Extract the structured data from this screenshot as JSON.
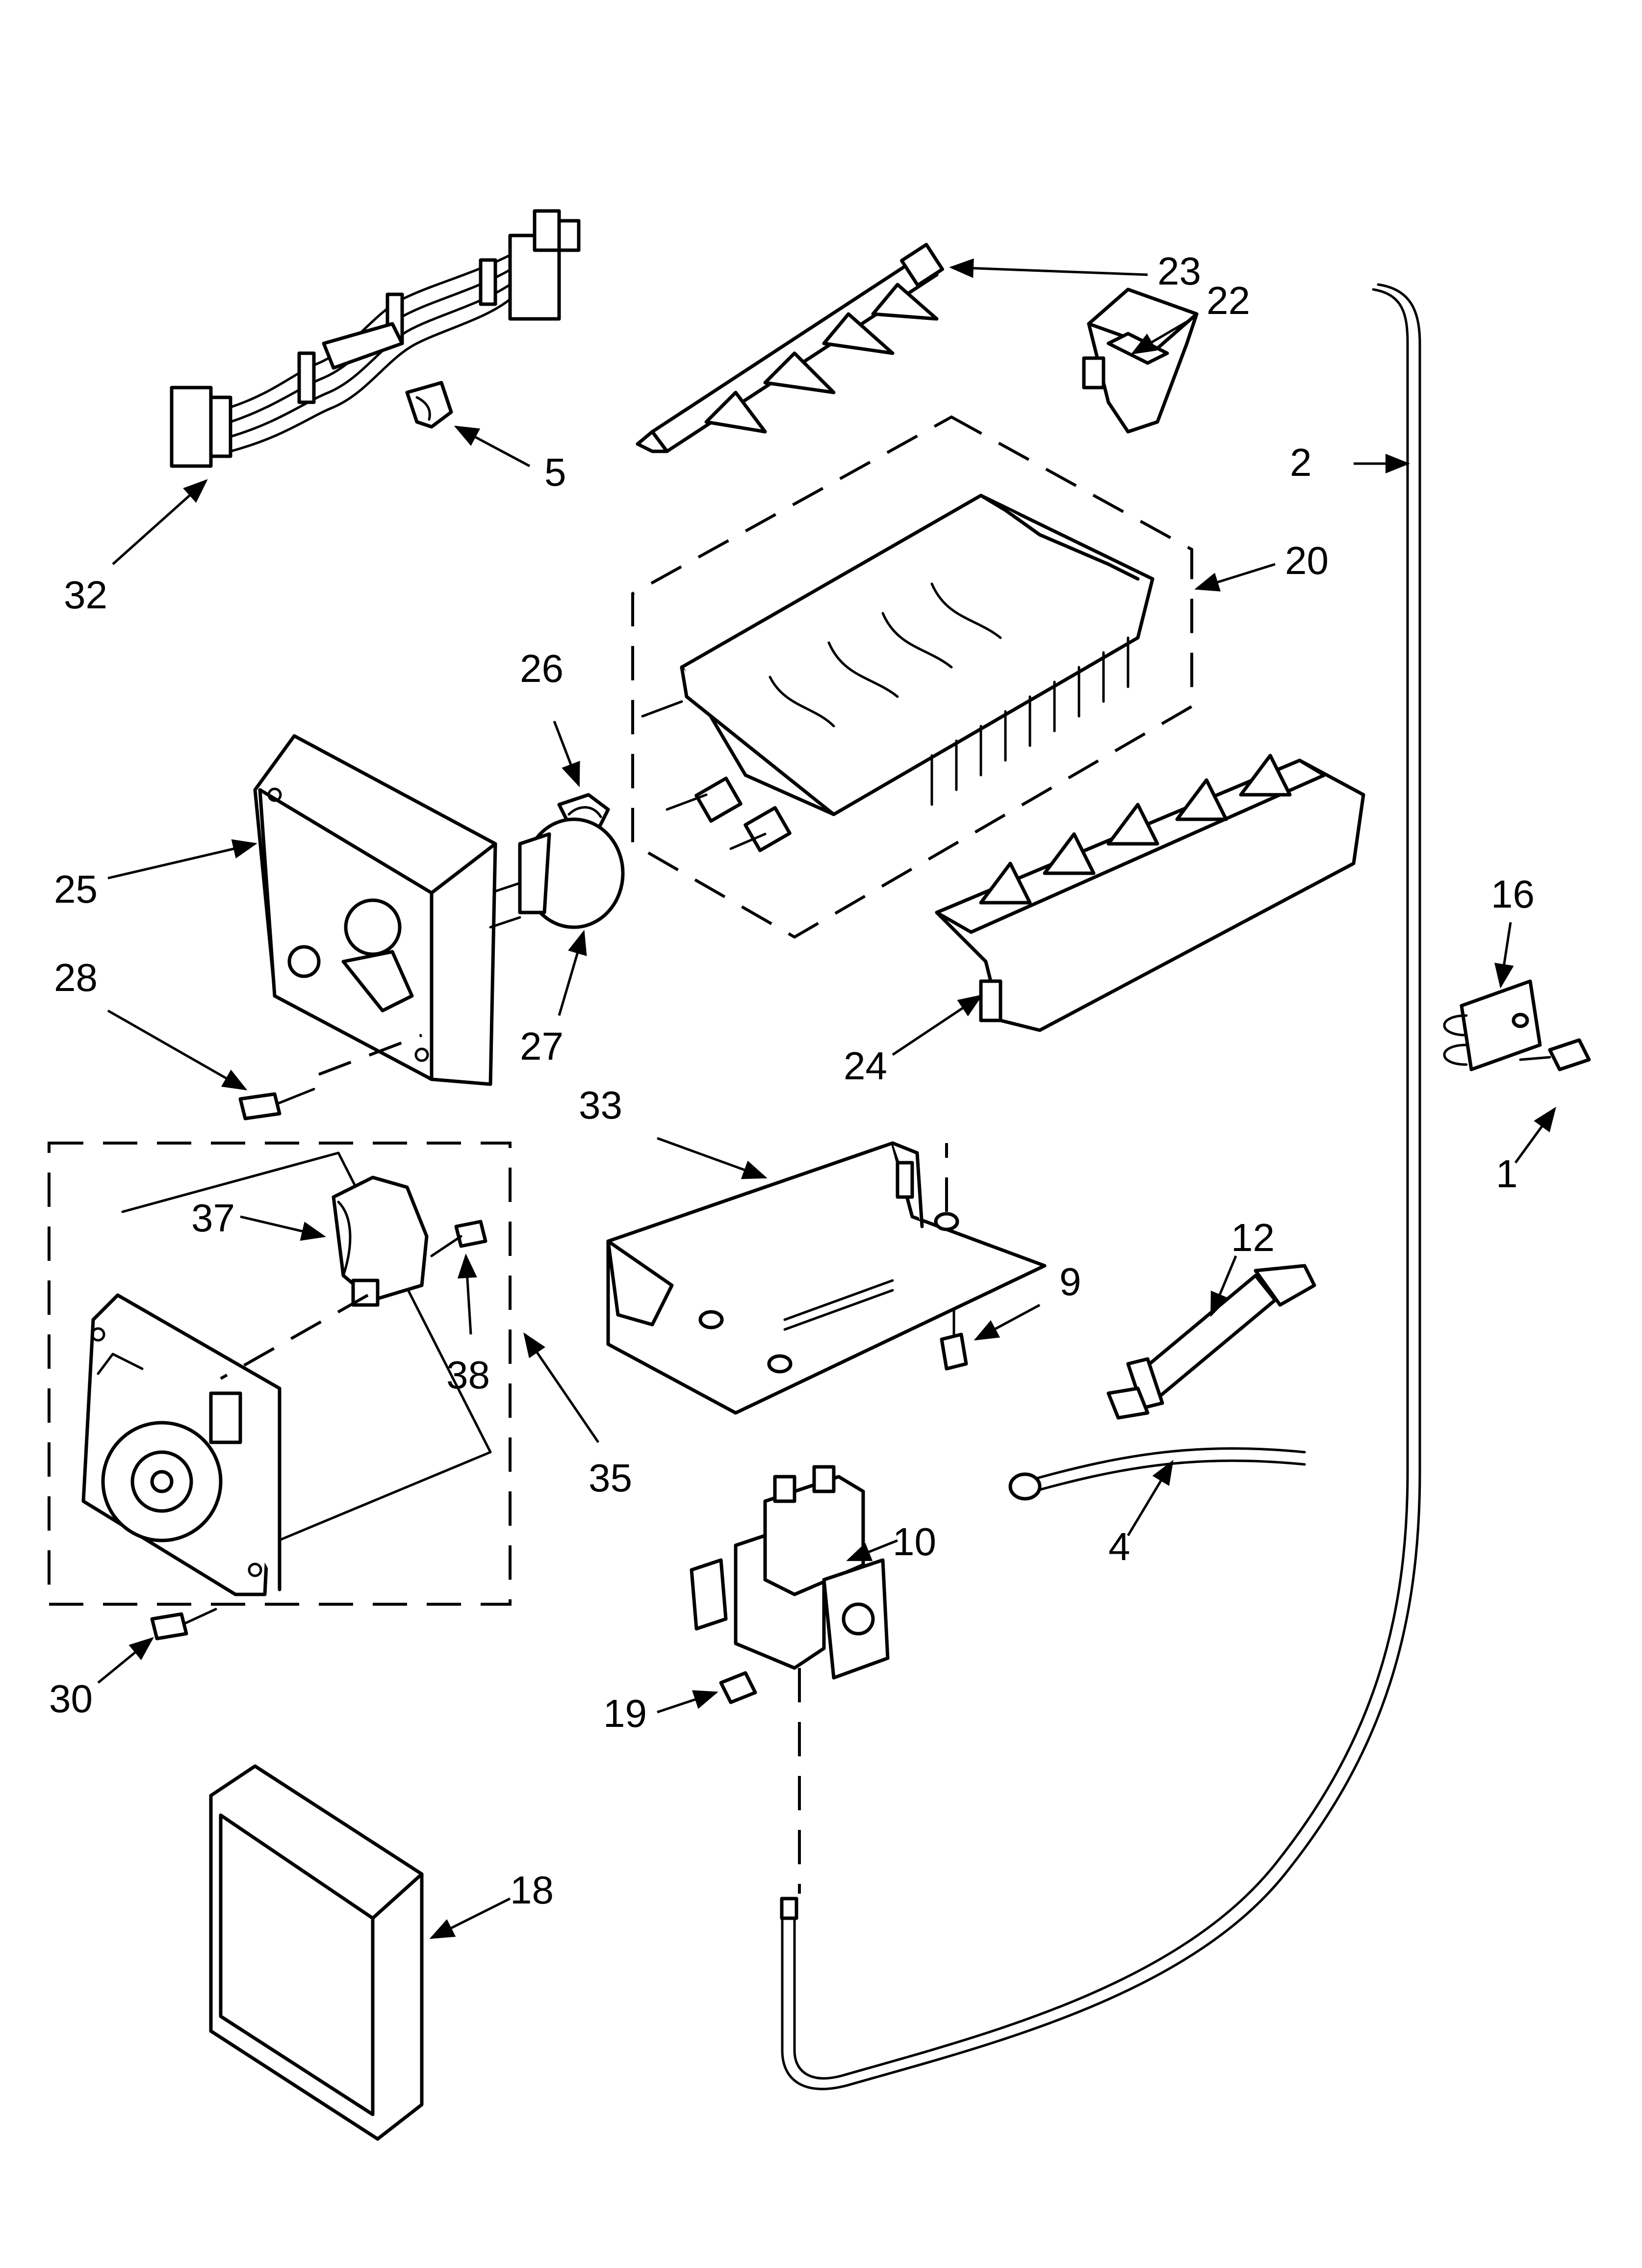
{
  "colors": {
    "ink": "#000000",
    "paper": "#ffffff"
  },
  "callouts": [
    "23",
    "22",
    "5",
    "32",
    "2",
    "20",
    "26",
    "25",
    "28",
    "27",
    "24",
    "16",
    "33",
    "37",
    "38",
    "35",
    "9",
    "12",
    "1",
    "4",
    "10",
    "30",
    "19",
    "18"
  ]
}
